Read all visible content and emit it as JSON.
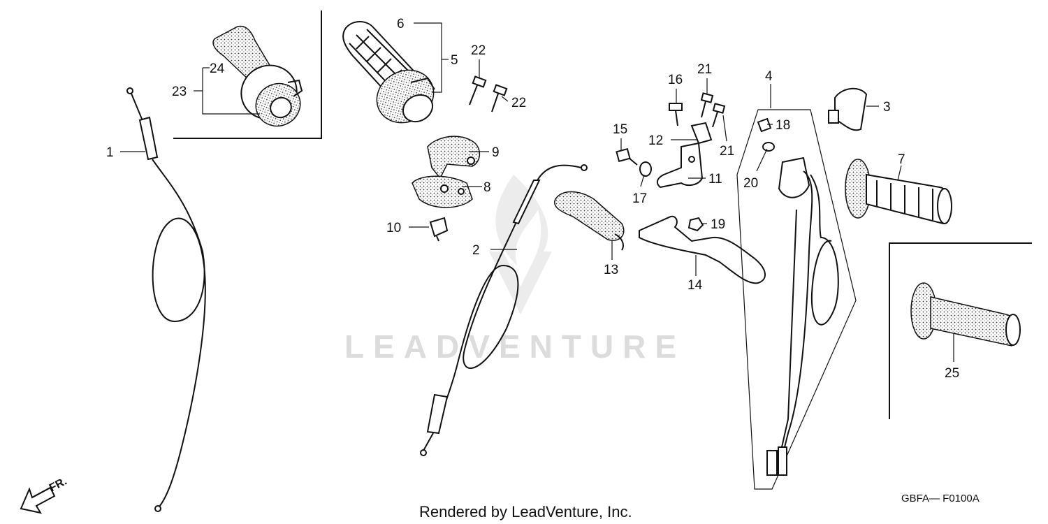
{
  "callouts": [
    {
      "id": "callout-1",
      "text": "1"
    },
    {
      "id": "callout-2",
      "text": "2"
    },
    {
      "id": "callout-3",
      "text": "3"
    },
    {
      "id": "callout-4",
      "text": "4"
    },
    {
      "id": "callout-5",
      "text": "5"
    },
    {
      "id": "callout-6",
      "text": "6"
    },
    {
      "id": "callout-7",
      "text": "7"
    },
    {
      "id": "callout-8",
      "text": "8"
    },
    {
      "id": "callout-9",
      "text": "9"
    },
    {
      "id": "callout-10",
      "text": "10"
    },
    {
      "id": "callout-11",
      "text": "11"
    },
    {
      "id": "callout-12",
      "text": "12"
    },
    {
      "id": "callout-13",
      "text": "13"
    },
    {
      "id": "callout-14",
      "text": "14"
    },
    {
      "id": "callout-15",
      "text": "15"
    },
    {
      "id": "callout-16",
      "text": "16"
    },
    {
      "id": "callout-17",
      "text": "17"
    },
    {
      "id": "callout-18",
      "text": "18"
    },
    {
      "id": "callout-19",
      "text": "19"
    },
    {
      "id": "callout-20",
      "text": "20"
    },
    {
      "id": "callout-21a",
      "text": "21"
    },
    {
      "id": "callout-21b",
      "text": "21"
    },
    {
      "id": "callout-22a",
      "text": "22"
    },
    {
      "id": "callout-22b",
      "text": "22"
    },
    {
      "id": "callout-23",
      "text": "23"
    },
    {
      "id": "callout-24",
      "text": "24"
    },
    {
      "id": "callout-25",
      "text": "25"
    }
  ],
  "direction_label": "FR.",
  "diagram_code": "GBFA—  F0100A",
  "credit": "Rendered by LeadVenture, Inc.",
  "watermark": "LEADVENTURE"
}
